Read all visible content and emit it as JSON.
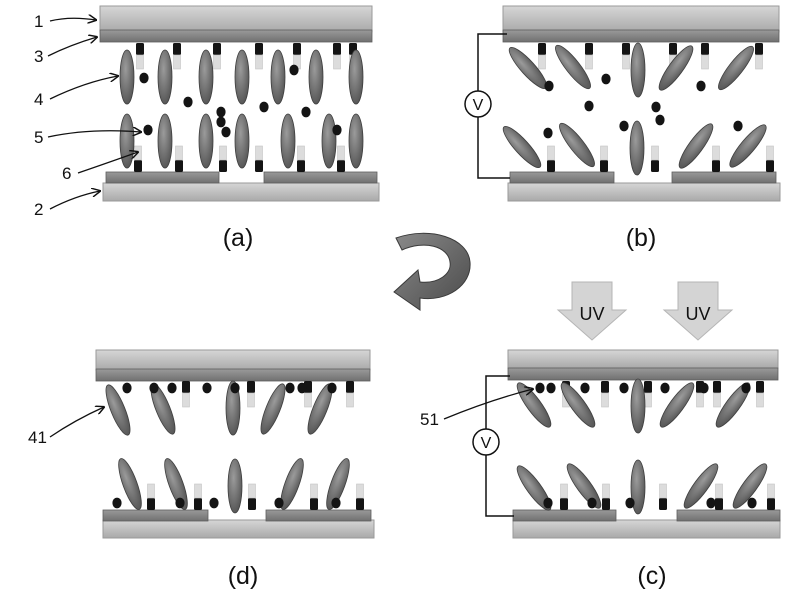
{
  "panels": [
    {
      "id": "a",
      "label": "(a)",
      "state": "no-voltage"
    },
    {
      "id": "b",
      "label": "(b)",
      "state": "voltage-applied"
    },
    {
      "id": "c",
      "label": "(c)",
      "state": "voltage-and-uv"
    },
    {
      "id": "d",
      "label": "(d)",
      "state": "polymer-stabilized"
    }
  ],
  "callouts": {
    "num_1": "1",
    "num_2": "2",
    "num_3": "3",
    "num_4": "4",
    "num_5": "5",
    "num_6": "6",
    "num_41": "41",
    "num_51": "51"
  },
  "uv_label": "UV",
  "voltage_symbol": "V",
  "colors": {
    "substrate": "#c9c9c9",
    "electrode": "#8a8a8a",
    "liquid_crystal": "#6e6e6e",
    "monomer": "#141414",
    "arrow": "#666666",
    "uv_arrow": "#d4d4d4"
  },
  "icons": {
    "process_arrow": "curved-arrow-icon",
    "voltage_source": "voltmeter-icon",
    "uv_light": "uv-arrow-icon"
  }
}
